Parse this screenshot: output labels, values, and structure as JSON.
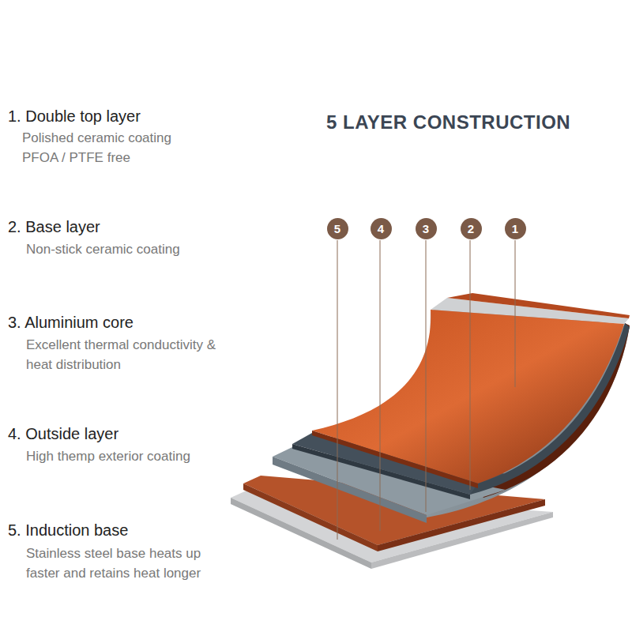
{
  "diagram": {
    "title": "5 LAYER CONSTRUCTION",
    "nodes": [
      {
        "text": [
          "5"
        ]
      },
      {
        "text": [
          "4"
        ]
      },
      {
        "text": [
          "3"
        ]
      },
      {
        "text": [
          "2"
        ]
      },
      {
        "text": [
          "1"
        ]
      }
    ],
    "labels": [
      "1. Double top layer",
      "Polished ceramic coating PFOA / PTFE free",
      "2. Base layer",
      "Non-stick ceramic coating",
      "3. Aluminium core",
      "Excellent thermal conductivity & heat distribution",
      "4. Outside layer",
      "High themp exterior coating",
      "5. Induction base",
      "Stainless steel base heats up faster and retains heat longer"
    ]
  }
}
